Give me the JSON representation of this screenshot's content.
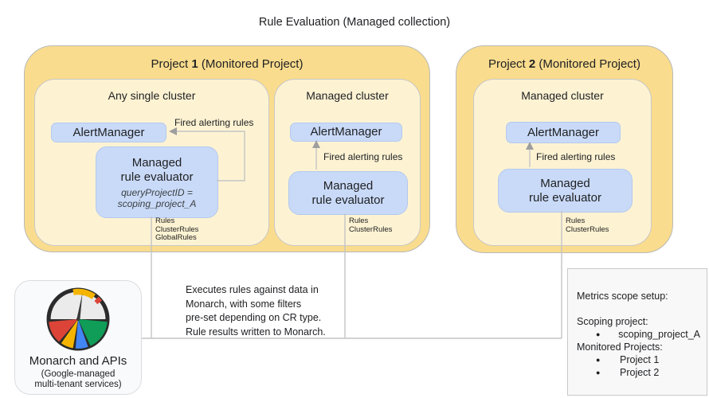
{
  "title": "Rule Evaluation (Managed collection)",
  "projects": [
    {
      "prefix": "Project ",
      "number": "1",
      "suffix": " (Monitored Project)"
    },
    {
      "prefix": "Project ",
      "number": "2",
      "suffix": " (Monitored Project)"
    }
  ],
  "clusters": [
    {
      "title": "Any single cluster",
      "alertmanager": "AlertManager",
      "evaluator": "Managed\nrule evaluator",
      "evaluator_note": "queryProjectID =\nscoping_project_A",
      "arrow_label": "Fired alerting rules",
      "rule_types": [
        "Rules",
        "ClusterRules",
        "GlobalRules"
      ]
    },
    {
      "title": "Managed cluster",
      "alertmanager": "AlertManager",
      "evaluator": "Managed\nrule evaluator",
      "arrow_label": "Fired alerting rules",
      "rule_types": [
        "Rules",
        "ClusterRules"
      ]
    },
    {
      "title": "Managed cluster",
      "alertmanager": "AlertManager",
      "evaluator": "Managed\nrule evaluator",
      "arrow_label": "Fired alerting rules",
      "rule_types": [
        "Rules",
        "ClusterRules"
      ]
    }
  ],
  "monarch": {
    "title": "Monarch and APIs",
    "subtitle": "(Google-managed\nmulti-tenant services)",
    "icon": "monarch-gauge-icon"
  },
  "note": "Executes rules against data in\nMonarch, with some filters\npre-set depending on CR type.\nRule results written to Monarch.",
  "metrics_scope": {
    "title": "Metrics scope setup:",
    "scoping_label": "Scoping project:",
    "scoping_items": [
      "scoping_project_A"
    ],
    "monitored_label": "Monitored Projects:",
    "monitored_items": [
      "Project 1",
      "Project 2"
    ],
    "bullet": "●"
  },
  "colors": {
    "project_fill": "#F9DC8D",
    "cluster_fill": "#FDF3D3",
    "component_fill": "#C9DAF8",
    "connector": "#c4c4c4",
    "logo_red": "#DB4437",
    "logo_yellow": "#F4B400",
    "logo_blue": "#4285F4",
    "logo_green": "#0F9D58"
  }
}
